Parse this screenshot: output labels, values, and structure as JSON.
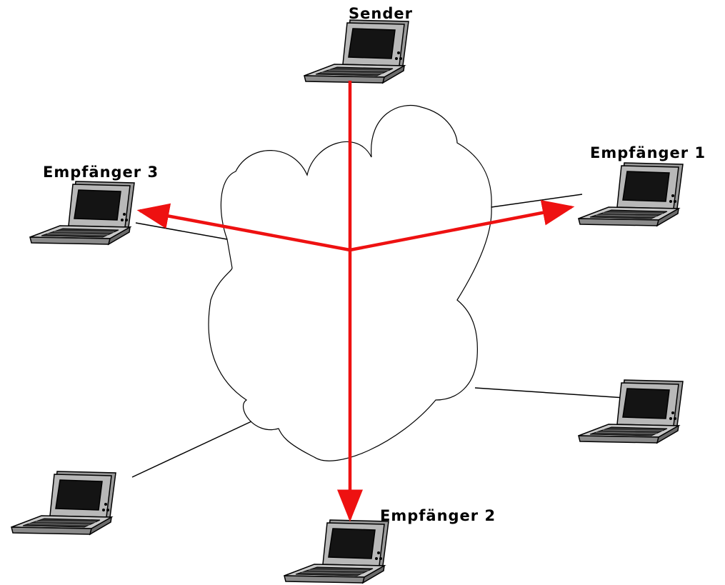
{
  "labels": {
    "sender": "Sender",
    "receiver1": "Empfänger 1",
    "receiver2": "Empfänger 2",
    "receiver3": "Empfänger 3"
  },
  "nodes": [
    {
      "id": "sender",
      "icon": "laptop-icon",
      "role": "sender"
    },
    {
      "id": "receiver-1",
      "icon": "laptop-icon",
      "role": "receiver"
    },
    {
      "id": "receiver-2",
      "icon": "laptop-icon",
      "role": "receiver"
    },
    {
      "id": "receiver-3",
      "icon": "laptop-icon",
      "role": "receiver"
    },
    {
      "id": "other-1",
      "icon": "laptop-icon",
      "role": "non-receiver"
    },
    {
      "id": "other-2",
      "icon": "laptop-icon",
      "role": "non-receiver"
    }
  ],
  "network": {
    "icon": "cloud-icon"
  },
  "colors": {
    "multicast_arrow": "#ee1111",
    "link": "#000000",
    "laptop_body": "#b5b5b5",
    "laptop_screen": "#1a1a1a"
  }
}
